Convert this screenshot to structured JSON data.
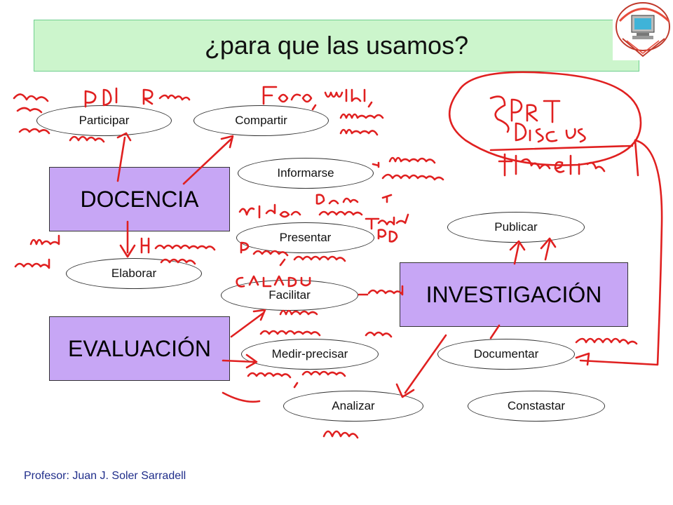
{
  "title": "¿para que las usamos?",
  "boxes": {
    "docencia": "DOCENCIA",
    "evaluacion": "EVALUACIÓN",
    "investigacion": "INVESTIGACIÓN"
  },
  "ovals": {
    "participar": "Participar",
    "compartir": "Compartir",
    "informarse": "Informarse",
    "presentar": "Presentar",
    "elaborar": "Elaborar",
    "facilitar": "Facilitar",
    "medir": "Medir-precisar",
    "analizar": "Analizar",
    "publicar": "Publicar",
    "documentar": "Documentar",
    "constastar": "Constastar"
  },
  "footer": "Profesor: Juan J. Soler Sarradell",
  "colors": {
    "title_bg": "#ccf5cc",
    "box_fill": "#c7a6f5",
    "ink": "#e02020"
  }
}
